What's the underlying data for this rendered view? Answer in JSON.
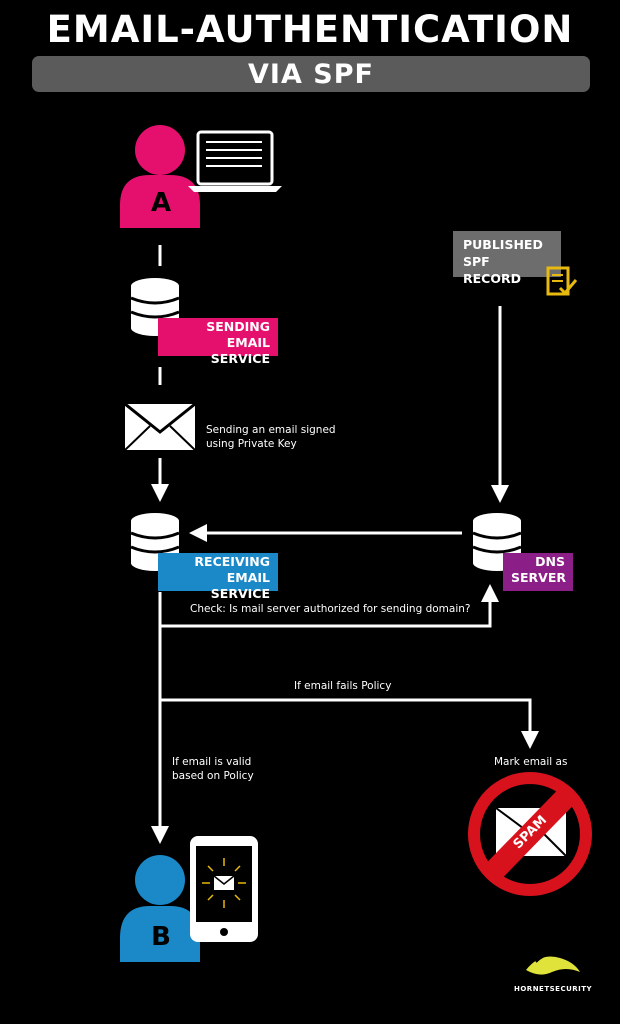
{
  "header": {
    "title": "EMAIL-AUTHENTICATION",
    "subtitle": "VIA SPF"
  },
  "actors": {
    "sender_letter": "A",
    "recipient_letter": "B"
  },
  "nodes": {
    "sending_service": [
      "SENDING",
      "EMAIL SERVICE"
    ],
    "receiving_service": [
      "RECEIVING",
      "EMAIL SERVICE"
    ],
    "dns_server": [
      "DNS",
      "SERVER"
    ],
    "published_record": [
      "PUBLISHED",
      "SPF RECORD"
    ]
  },
  "annotations": {
    "signed_email": [
      "Sending an email signed",
      "using Private Key"
    ],
    "check": "Check: Is mail server authorized for sending domain?",
    "fails_policy": "If email fails Policy",
    "valid": [
      "If email is valid",
      "based on Policy"
    ],
    "mark_spam": "Mark email as",
    "spam_stamp": "SPAM"
  },
  "brand": {
    "name": "HORNETSECURITY"
  },
  "colors": {
    "pink": "#e5106e",
    "blue": "#1b88c8",
    "purple": "#8c1f87",
    "gray": "#6d6d6d",
    "red": "#d8121c",
    "yellow": "#e8b90f",
    "brand_yellow": "#dfe33a"
  },
  "icons": {
    "sender": "person-icon",
    "laptop": "laptop-icon",
    "database": "database-icon",
    "envelope": "envelope-icon",
    "document": "document-check-icon",
    "phone": "smartphone-icon",
    "spam": "no-spam-icon",
    "logo": "hornet-logo-icon"
  }
}
